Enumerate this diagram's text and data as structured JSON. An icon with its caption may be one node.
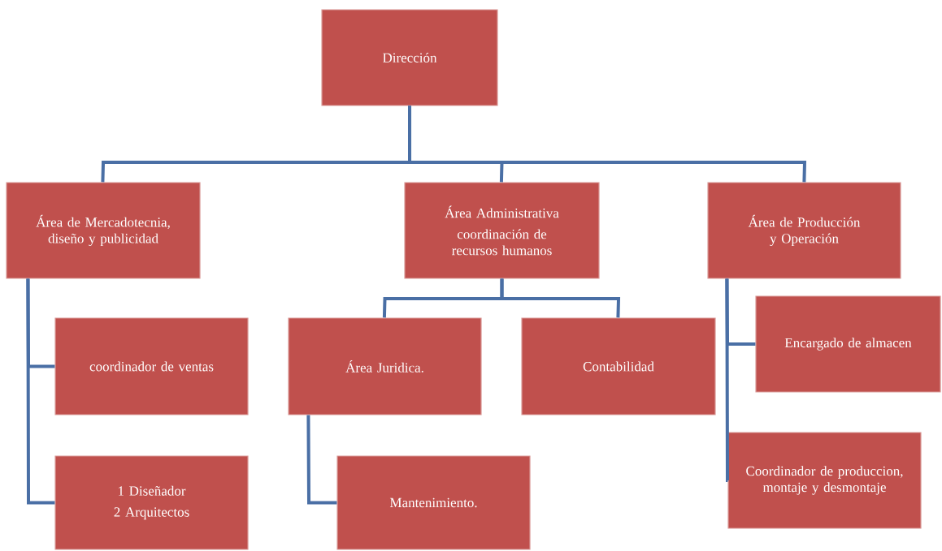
{
  "diagram": {
    "nodes": [
      {
        "text": [
          "Dirección"
        ]
      },
      {
        "text": [
          "Área de Mercadotecnia, diseño y publicidad"
        ]
      },
      {
        "text": [
          "Área Administrativa",
          "coordinación de recursos humanos"
        ]
      },
      {
        "text": [
          "Área de Producción y Operación"
        ]
      },
      {
        "text": [
          "coordinador de ventas"
        ]
      },
      {
        "text": [
          "1 Diseñador",
          "2 Arquitectos"
        ]
      },
      {
        "text": [
          "Área Juridica."
        ]
      },
      {
        "text": [
          "Contabilidad"
        ]
      },
      {
        "text": [
          "Mantenimiento."
        ]
      },
      {
        "text": [
          "Encargado de almacen"
        ]
      },
      {
        "text": [
          "Coordinador de produccion, montaje y desmontaje"
        ]
      }
    ],
    "edges": [
      {
        "from": 0,
        "to": 1,
        "arrow": "none"
      },
      {
        "from": 0,
        "to": 2,
        "arrow": "none"
      },
      {
        "from": 0,
        "to": 3,
        "arrow": "none"
      },
      {
        "from": 1,
        "to": 4,
        "arrow": "none"
      },
      {
        "from": 1,
        "to": 5,
        "arrow": "none"
      },
      {
        "from": 2,
        "to": 6,
        "arrow": "none"
      },
      {
        "from": 2,
        "to": 7,
        "arrow": "none"
      },
      {
        "from": 6,
        "to": 8,
        "arrow": "none"
      },
      {
        "from": 3,
        "to": 9,
        "arrow": "none"
      },
      {
        "from": 3,
        "to": 10,
        "arrow": "none"
      }
    ]
  }
}
